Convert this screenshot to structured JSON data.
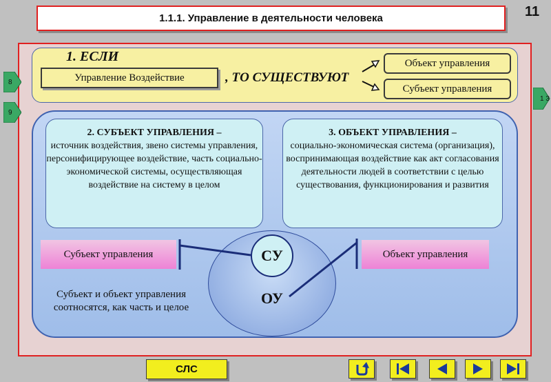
{
  "title": "1.1.1. Управление в деятельности человека",
  "page_number": "11",
  "if_panel": {
    "if_label": "1. ЕСЛИ",
    "management_box": "Управление  Воздействие",
    "then_label": ", ТО СУЩЕСТВУЮТ",
    "object_label": "Объект управления",
    "subject_label": "Субъект управления"
  },
  "subject_definition": {
    "title": "2. СУБЪЕКТ УПРАВЛЕНИЯ –",
    "text": "источник воздействия, звено системы управления, персонифицирующее воздействие, часть социально-экономической системы, осуществляющая воздействие на систему в целом"
  },
  "object_definition": {
    "title": "3. ОБЪЕКТ УПРАВЛЕНИЯ –",
    "text": "социально-экономическая система (организация), воспринимающая воздействие как акт согласования деятельности людей в соответствии с целью существования, функционирования и развития"
  },
  "diagram": {
    "subject_bar": "Субъект управления",
    "object_bar": "Объект управления",
    "su": "СУ",
    "ou": "ОУ",
    "relation_text": "Субъект и объект управления соотносятся, как часть и целое"
  },
  "navigation": {
    "left_top": "8",
    "left_bottom": "9",
    "right": "1 3"
  },
  "bottom_button": "СЛС",
  "nav_buttons": [
    "return-icon",
    "first-icon",
    "prev-icon",
    "next-icon",
    "last-icon"
  ],
  "colors": {
    "title_border": "#e02020",
    "yellow_panel": "#f7f0a2",
    "blue_panel": "#a8c4ec",
    "cyan_box": "#cff0f4",
    "pink_bar": "#ee82d6",
    "button_yellow": "#f2ee1e",
    "nav_green": "#3aa864"
  }
}
